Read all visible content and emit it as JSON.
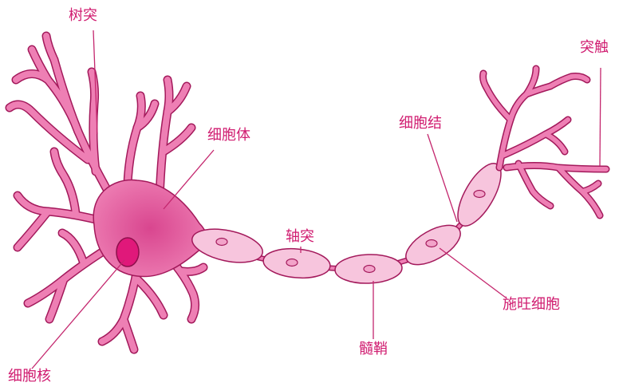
{
  "labels": {
    "dendrite": "树突",
    "cell_body": "细胞体",
    "nucleus": "细胞核",
    "axon": "轴突",
    "node": "细胞结",
    "myelin": "髓鞘",
    "schwann": "施旺细胞",
    "terminal": "突触"
  },
  "colors": {
    "neuron_fill": "#ee7fb4",
    "neuron_dark": "#d9468f",
    "outline": "#a3195b",
    "sheath_fill": "#f7c5dd",
    "nucleus_fill": "#e0187a",
    "leader": "#c4276e",
    "label_text": "#d01c70"
  }
}
